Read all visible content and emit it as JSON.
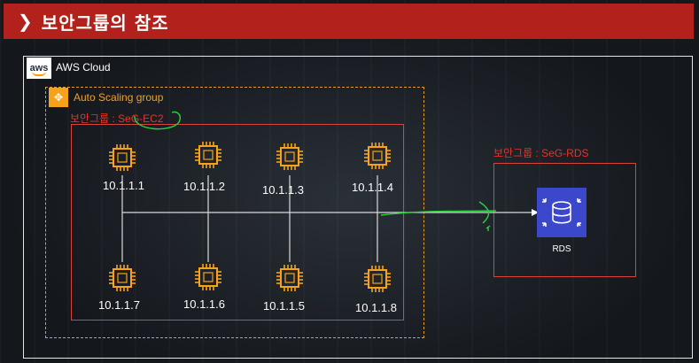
{
  "title": "보안그룹의 참조",
  "cloud": {
    "label": "AWS Cloud",
    "logo_text": "aws"
  },
  "asg": {
    "label": "Auto Scaling group"
  },
  "sg_ec2": {
    "label": "보안그룹 : SeG-EC2"
  },
  "sg_rds": {
    "label": "보안그룹 : SeG-RDS"
  },
  "rds": {
    "label": "RDS"
  },
  "instances": [
    {
      "ip": "10.1.1.1"
    },
    {
      "ip": "10.1.1.2"
    },
    {
      "ip": "10.1.1.3"
    },
    {
      "ip": "10.1.1.4"
    },
    {
      "ip": "10.1.1.7"
    },
    {
      "ip": "10.1.1.6"
    },
    {
      "ip": "10.1.1.5"
    },
    {
      "ip": "10.1.1.8"
    }
  ],
  "colors": {
    "title_bar": "#b3211c",
    "security_group": "#d8443a",
    "asg": "#e89a2c",
    "ec2_chip": "#f7a21b",
    "rds": "#3b48cc",
    "annotation": "#28d23a"
  }
}
